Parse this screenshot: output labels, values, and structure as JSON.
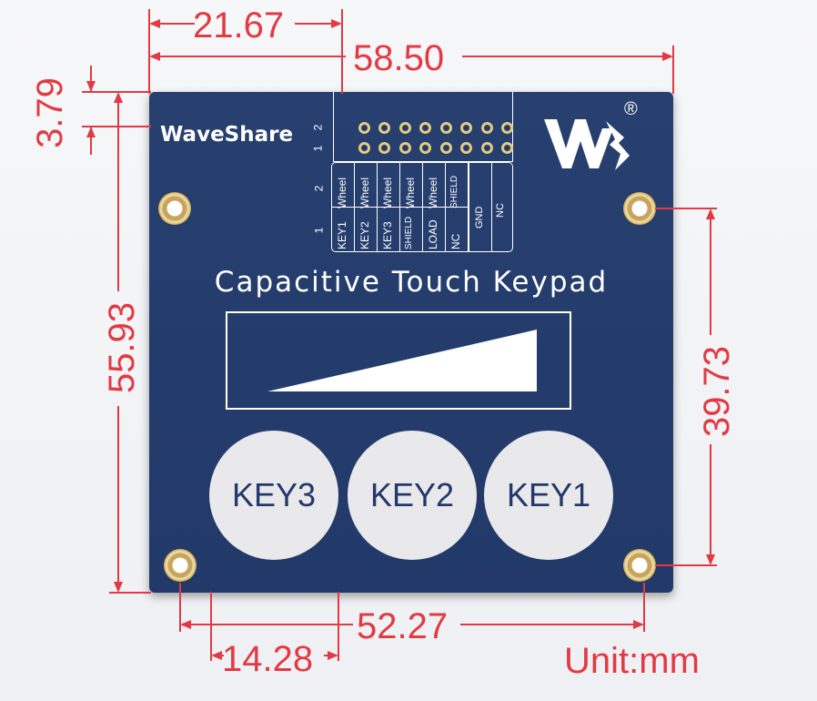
{
  "board": {
    "brand": "WaveShare",
    "logo_icon": "waveshare-logo-icon",
    "registered_mark": "®",
    "title": "Capacitive Touch Keypad",
    "header_rows": [
      "2",
      "1"
    ],
    "table_rows": [
      "2",
      "1"
    ],
    "table_columns": [
      {
        "row2": "Wheel",
        "row1": "KEY1"
      },
      {
        "row2": "Wheel",
        "row1": "KEY2"
      },
      {
        "row2": "Wheel",
        "row1": "KEY3"
      },
      {
        "row2": "Wheel",
        "row1": "SHIELD"
      },
      {
        "row2": "Wheel",
        "row1": "LOAD"
      },
      {
        "row2": "SHIELD",
        "row1": "NC"
      },
      {
        "row2": "",
        "row1": "GND"
      },
      {
        "row2": "",
        "row1": "NC"
      }
    ],
    "keys": [
      "KEY3",
      "KEY2",
      "KEY1"
    ]
  },
  "dimensions": {
    "header_offset": "21.67",
    "board_width": "58.50",
    "top_offset": "3.79",
    "board_height": "55.93",
    "hole_spacing_vertical": "39.73",
    "hole_spacing_horizontal": "52.27",
    "key_pitch": "14.28"
  },
  "unit": "Unit:mm",
  "colors": {
    "board": "#27406f",
    "dimension": "#e23a44",
    "key": "#e9e9eb"
  }
}
